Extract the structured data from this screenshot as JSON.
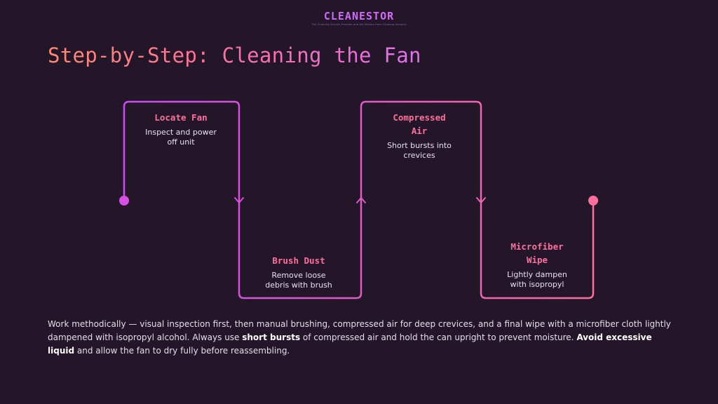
{
  "brand": {
    "name": "CLEANESTOR",
    "tagline": "The Cleaning Service Provider and the Makers from Cleaning Industry"
  },
  "title": "Step-by-Step: Cleaning the Fan",
  "steps": [
    {
      "title_line1": "Locate Fan",
      "title_line2": "",
      "desc_line1": "Inspect and power",
      "desc_line2": "off unit"
    },
    {
      "title_line1": "Brush Dust",
      "title_line2": "",
      "desc_line1": "Remove loose",
      "desc_line2": "debris with brush"
    },
    {
      "title_line1": "Compressed",
      "title_line2": "Air",
      "desc_line1": "Short bursts into",
      "desc_line2": "crevices"
    },
    {
      "title_line1": "Microfiber",
      "title_line2": "Wipe",
      "desc_line1": "Lightly dampen",
      "desc_line2": "with isopropyl"
    }
  ],
  "paragraph": {
    "part1": "Work methodically — visual inspection first, then manual brushing, compressed air for deep crevices, and a final wipe with a microfiber cloth lightly dampened with isopropyl alcohol. Always use ",
    "bold1": "short bursts",
    "part2": " of compressed air and hold the can upright to prevent moisture. ",
    "bold2": "Avoid excessive liquid",
    "part3": " and allow the fan to dry fully before reassembling."
  },
  "colors": {
    "background": "#231629",
    "accent_pink": "#ff6f9e",
    "accent_magenta": "#d84fe8",
    "title_orange": "#ff8a70"
  }
}
